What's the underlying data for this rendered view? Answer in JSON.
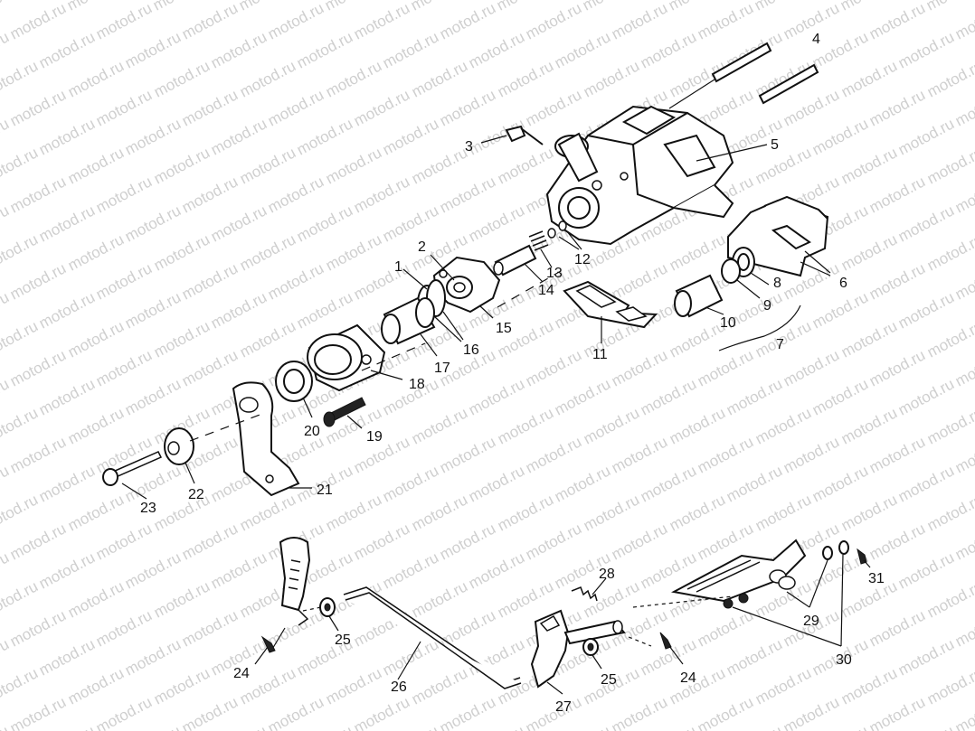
{
  "watermark": {
    "text": "motod.ru",
    "color": "#cfcfcf"
  },
  "callouts": {
    "c1": "1",
    "c2": "2",
    "c3": "3",
    "c4": "4",
    "c5": "5",
    "c6": "6",
    "c7": "7",
    "c8": "8",
    "c9": "9",
    "c10": "10",
    "c11": "11",
    "c12": "12",
    "c13": "13",
    "c14": "14",
    "c15": "15",
    "c16": "16",
    "c17": "17",
    "c18": "18",
    "c19": "19",
    "c20": "20",
    "c21": "21",
    "c22": "22",
    "c23": "23",
    "c24a": "24",
    "c24b": "24",
    "c25a": "25",
    "c25b": "25",
    "c26": "26",
    "c27": "27",
    "c28": "28",
    "c29": "29",
    "c30": "30",
    "c31": "31"
  }
}
